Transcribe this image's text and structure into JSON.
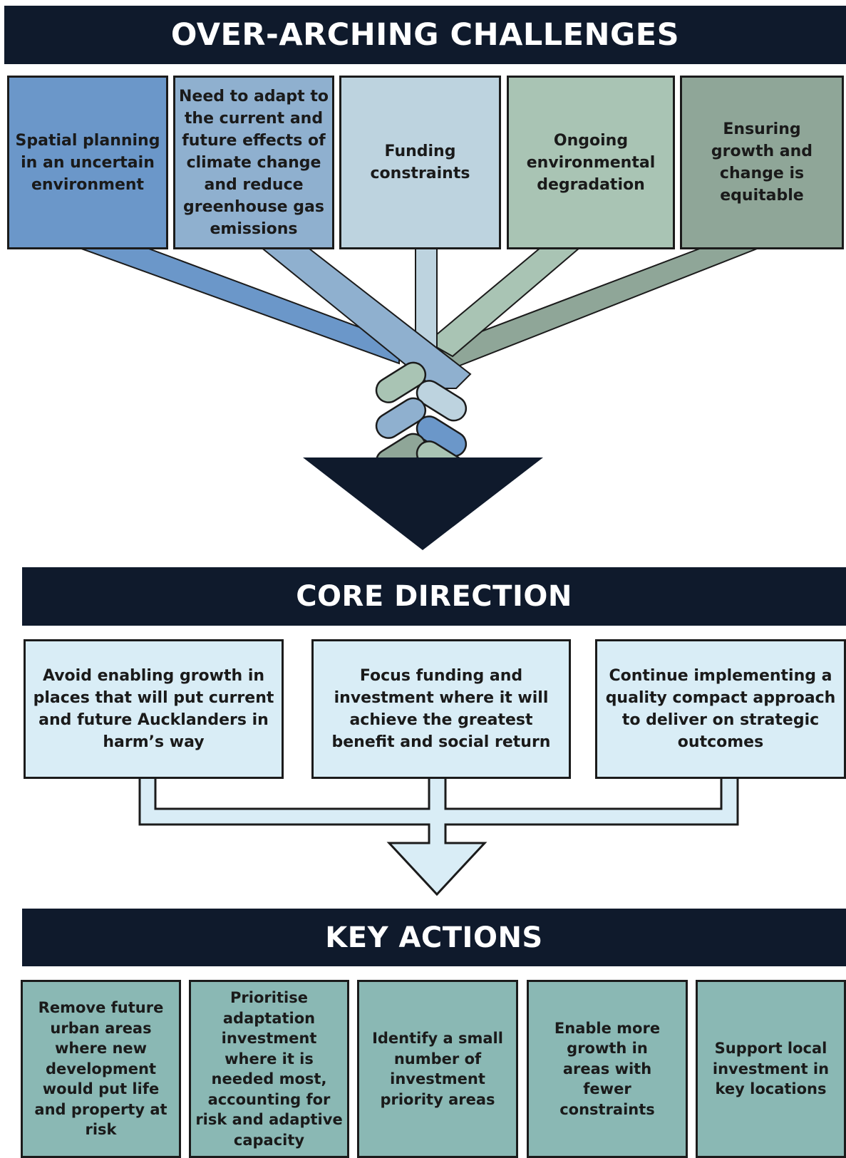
{
  "challenges": {
    "title": "OVER-ARCHING CHALLENGES",
    "items": [
      {
        "label": "Spatial planning in an uncertain environment",
        "color": "#6b97c9"
      },
      {
        "label": "Need to adapt to the current and future effects of climate change and reduce greenhouse gas emissions",
        "color": "#8fb0cf"
      },
      {
        "label": "Funding constraints",
        "color": "#bdd3df"
      },
      {
        "label": "Ongoing environmental degradation",
        "color": "#a9c4b4"
      },
      {
        "label": "Ensuring growth and change is equitable",
        "color": "#8fa698"
      }
    ]
  },
  "core_direction": {
    "title": "CORE DIRECTION",
    "items": [
      {
        "label": "Avoid enabling growth in places that will put current and future Aucklanders in harm’s way"
      },
      {
        "label": "Focus funding and investment where it will achieve the greatest benefit and social return"
      },
      {
        "label": "Continue implementing a quality compact approach to deliver on strategic outcomes"
      }
    ],
    "color": "#d9edf6"
  },
  "key_actions": {
    "title": "KEY ACTIONS",
    "items": [
      {
        "label": "Remove future urban areas where new development would put life and property at risk"
      },
      {
        "label": "Prioritise adaptation investment where it is needed most, accounting for risk and adaptive capacity"
      },
      {
        "label": "Identify a small number of investment priority areas"
      },
      {
        "label": "Enable more growth in areas with fewer constraints"
      },
      {
        "label": "Support local investment in key locations"
      }
    ],
    "color": "#8ab8b4"
  },
  "colors": {
    "banner": "#0f1a2c",
    "arrow": "#0f1a2c"
  }
}
